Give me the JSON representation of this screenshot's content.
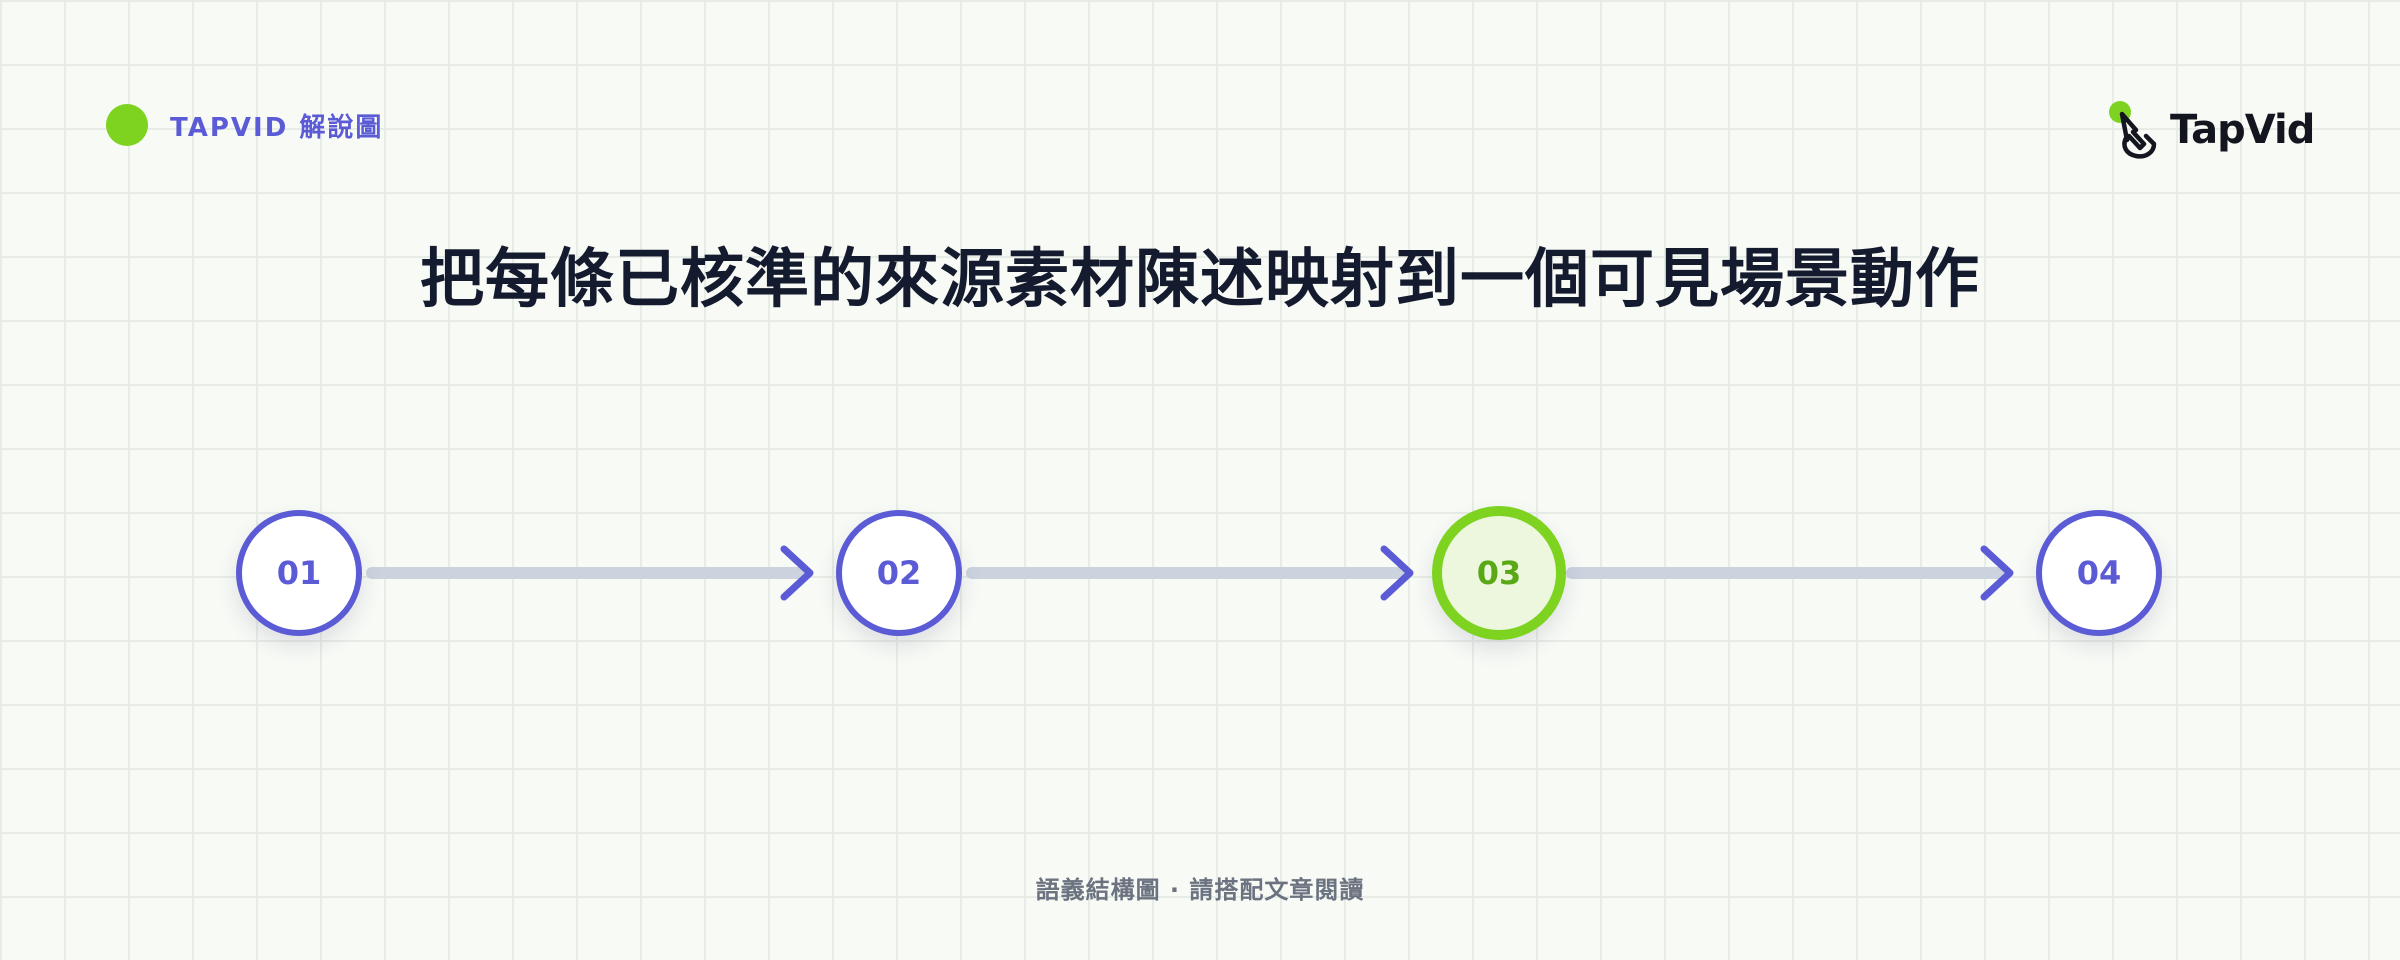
{
  "header": {
    "tag_text": "TAPVID 解說圖",
    "logo_text": "TapVid",
    "accent_color": "#7ed321",
    "brand_color": "#5b5bd6"
  },
  "title": "把每條已核準的來源素材陳述映射到一個可見場景動作",
  "steps": [
    {
      "label": "01",
      "active": false
    },
    {
      "label": "02",
      "active": false
    },
    {
      "label": "03",
      "active": true
    },
    {
      "label": "04",
      "active": false
    }
  ],
  "footer": "語義結構圖 · 請搭配文章閱讀",
  "icons": [
    "pointer-hand-icon",
    "arrow-right-icon"
  ]
}
